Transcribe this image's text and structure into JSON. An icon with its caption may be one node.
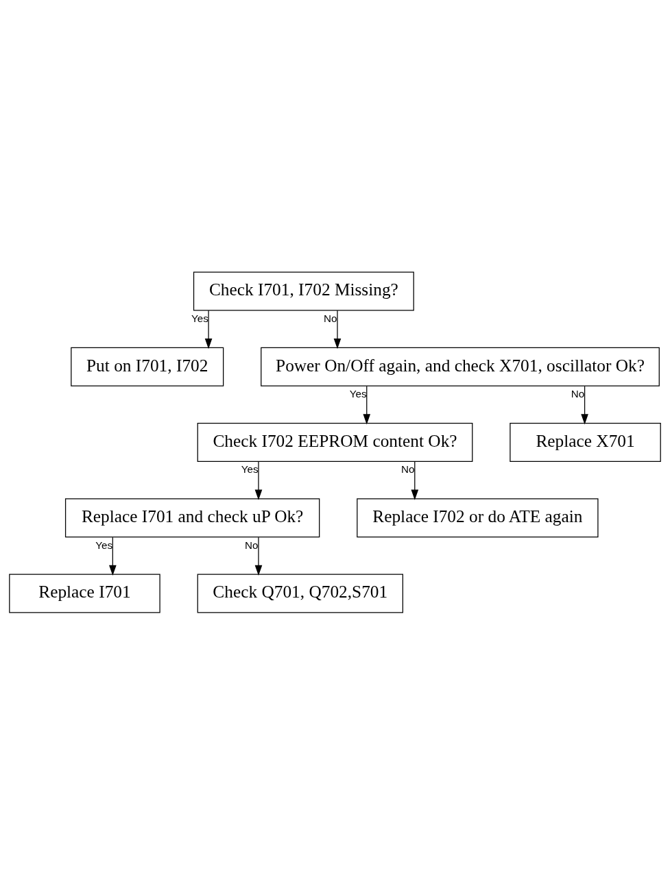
{
  "diagram": {
    "nodes": [
      {
        "text": [
          "Check I701, I702 Missing?"
        ]
      },
      {
        "text": [
          "Put on I701, I702"
        ]
      },
      {
        "text": [
          "Power On/Off again, and check X701, oscillator Ok?"
        ]
      },
      {
        "text": [
          "Check I702 EEPROM content Ok?"
        ]
      },
      {
        "text": [
          "Replace X701"
        ]
      },
      {
        "text": [
          "Replace I701 and check uP Ok?"
        ]
      },
      {
        "text": [
          "Replace I702 or do ATE again"
        ]
      },
      {
        "text": [
          "Replace I701"
        ]
      },
      {
        "text": [
          "Check Q701, Q702,S701"
        ]
      }
    ],
    "edges": [
      {
        "from": 0,
        "to": 1,
        "arrow": "to",
        "label": "Yes"
      },
      {
        "from": 0,
        "to": 2,
        "arrow": "to",
        "label": "No"
      },
      {
        "from": 2,
        "to": 3,
        "arrow": "to",
        "label": "Yes"
      },
      {
        "from": 2,
        "to": 4,
        "arrow": "to",
        "label": "No"
      },
      {
        "from": 3,
        "to": 5,
        "arrow": "to",
        "label": "Yes"
      },
      {
        "from": 3,
        "to": 6,
        "arrow": "to",
        "label": "No"
      },
      {
        "from": 5,
        "to": 7,
        "arrow": "to",
        "label": "Yes"
      },
      {
        "from": 5,
        "to": 8,
        "arrow": "to",
        "label": "No"
      }
    ]
  }
}
